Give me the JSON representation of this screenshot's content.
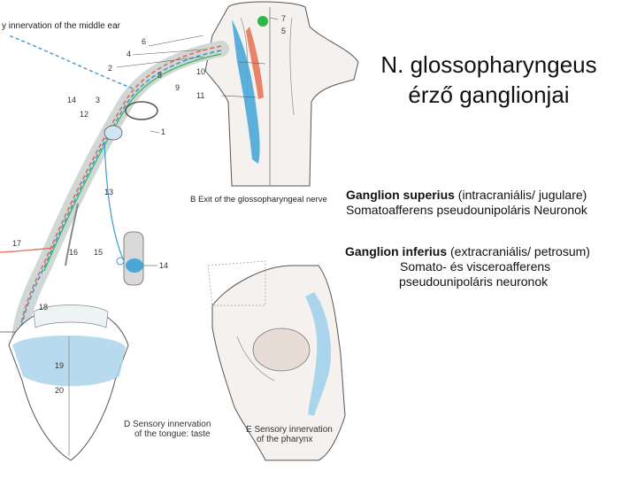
{
  "figure": {
    "label_top": "y innervation of the middle ear",
    "label_b": "B  Exit of the glossopharyngeal nerve",
    "label_d": [
      "D  Sensory innervation",
      "of the tongue: taste"
    ],
    "label_e": [
      "E  Sensory innervation",
      "of the pharynx"
    ],
    "numbers": [
      "7",
      "5",
      "6",
      "4",
      "2",
      "10",
      "8",
      "9",
      "11",
      "14",
      "3",
      "12",
      "1",
      "13",
      "15",
      "14",
      "16",
      "17",
      "18",
      "19",
      "20"
    ]
  },
  "title": [
    "N. glossopharyngeus",
    "érző ganglionjai"
  ],
  "ganglion_superius": {
    "name": "Ganglion superius",
    "detail": " (intracraniális/ jugulare)",
    "desc": "Somatoafferens pseudounipoláris Neuronok"
  },
  "ganglion_inferius": {
    "name": "Ganglion inferius",
    "detail": " (extracraniális/ petrosum)",
    "desc1": "Somato- és visceroafferens",
    "desc2": "pseudounipoláris neuronok"
  }
}
